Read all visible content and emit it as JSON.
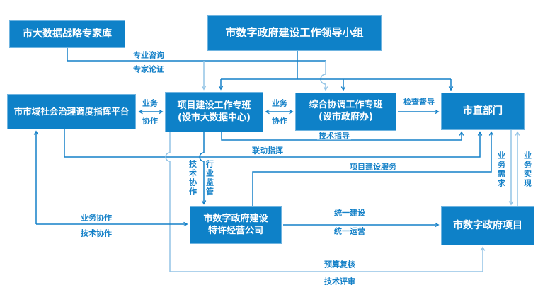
{
  "diagram": {
    "title_hint": "municipal digital government org/flow diagram",
    "colors": {
      "box_fill": "#0e81c8",
      "box_border": "#6fb4e0",
      "box_text": "#ffffff",
      "line_dark": "#1581c8",
      "line_light": "#93c4e6",
      "label_text": "#1581c8",
      "background": "#ffffff"
    },
    "nodes": {
      "expert_pool": {
        "label": "市大数据战略专家库"
      },
      "leading_group": {
        "label": "市数字政府建设工作领导小组"
      },
      "platform": {
        "label": "市市域社会治理调度指挥平台"
      },
      "project_team": {
        "line1": "项目建设工作专班",
        "line2": "(设市大数据中心)"
      },
      "coord_team": {
        "line1": "综合协调工作专班",
        "line2": "(设市政府办)"
      },
      "departments": {
        "label": "市直部门"
      },
      "company": {
        "line1": "市数字政府建设",
        "line2": "特许经营公司"
      },
      "projects": {
        "label": "市数字政府项目"
      }
    },
    "edge_labels": {
      "consult_top": "专业咨询",
      "consult_bottom": "专家论证",
      "biz_left_1": "业务",
      "biz_left_2": "协作",
      "biz_mid_1": "业务",
      "biz_mid_2": "协作",
      "inspect": "检查督导",
      "tech_guidance": "技术指导",
      "joint_command": "联动指挥",
      "tech_collab_vert": "技术协作",
      "industry_reg_vert": "行业监管",
      "project_service": "项目建设服务",
      "biz_collab_bottom": "业务协作",
      "tech_collab_bottom": "技术协作",
      "unified_build": "统一建设",
      "unified_ops": "统一运营",
      "budget_review": "预算复核",
      "tech_review": "技术评审",
      "biz_demand_vert": "业务需求",
      "biz_realize_vert": "业务实现"
    }
  }
}
